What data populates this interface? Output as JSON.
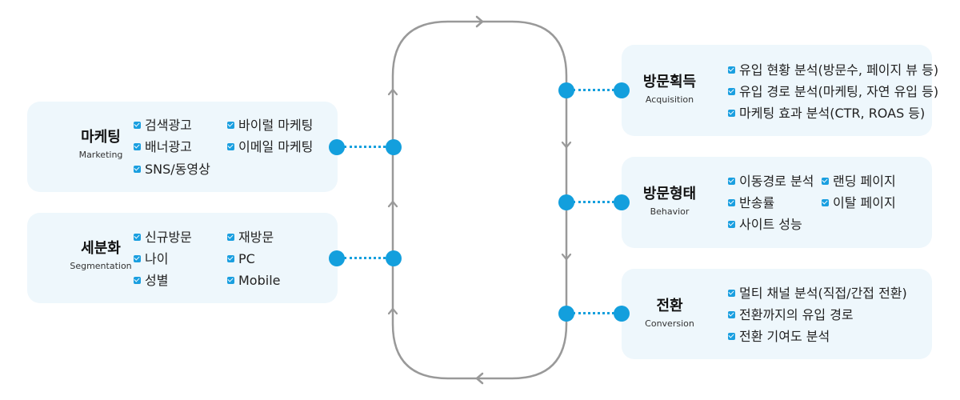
{
  "left_cards": [
    {
      "title": "마케팅",
      "subtitle": "Marketing",
      "items": [
        "검색광고",
        "바이럴 마케팅",
        "배너광고",
        "이메일 마케팅",
        "SNS/동영상"
      ]
    },
    {
      "title": "세분화",
      "subtitle": "Segmentation",
      "items": [
        "신규방문",
        "재방문",
        "나이",
        "PC",
        "성별",
        "Mobile"
      ]
    }
  ],
  "right_cards": [
    {
      "title": "방문획득",
      "subtitle": "Acquisition",
      "items": [
        "유입 현황 분석(방문수, 페이지 뷰 등)",
        "유입 경로 분석(마케팅, 자연 유입 등)",
        "마케팅 효과 분석(CTR, ROAS 등)"
      ]
    },
    {
      "title": "방문형태",
      "subtitle": "Behavior",
      "items": [
        "이동경로 분석",
        "랜딩 페이지",
        "반송률",
        "이탈 페이지",
        "사이트 성능"
      ]
    },
    {
      "title": "전환",
      "subtitle": "Conversion",
      "items": [
        "멀티 채널 분석(직접/간접 전환)",
        "전환까지의 유입 경로",
        "전환 기여도 분석"
      ]
    }
  ],
  "colors": {
    "accent": "#139fdd",
    "card_bg": "#eef7fc",
    "loop": "#999999"
  }
}
